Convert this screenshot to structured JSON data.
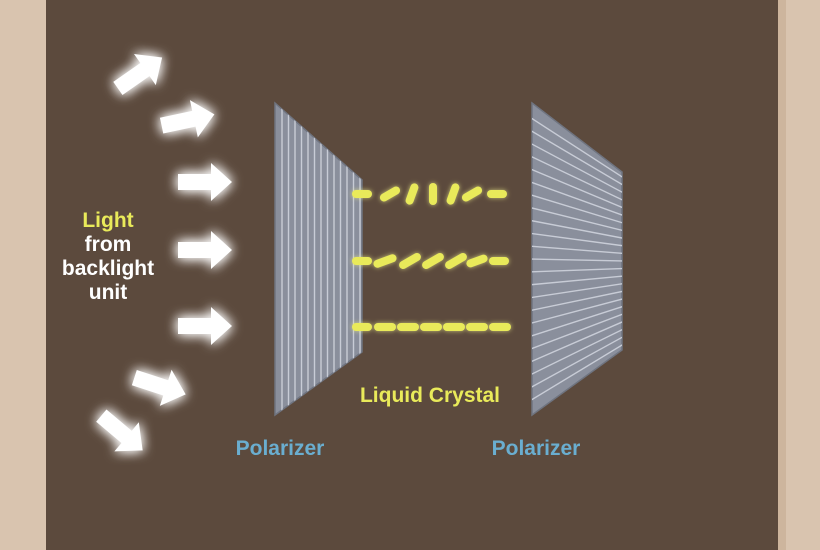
{
  "labels": {
    "light_word": "Light",
    "light_rest": [
      "from",
      "backlight",
      "unit"
    ],
    "polarizer_left": "Polarizer",
    "polarizer_right": "Polarizer",
    "liquid_crystal": "Liquid Crystal"
  },
  "colors": {
    "background": "#5c4a3d",
    "outer": "#d9c4af",
    "crystal": "#e9ea5a",
    "polarizer_text": "#6aaed0",
    "polarizer_fill": "#8a8f9c",
    "arrow": "#ffffff"
  },
  "icons": {
    "arrow": "arrow-icon"
  }
}
